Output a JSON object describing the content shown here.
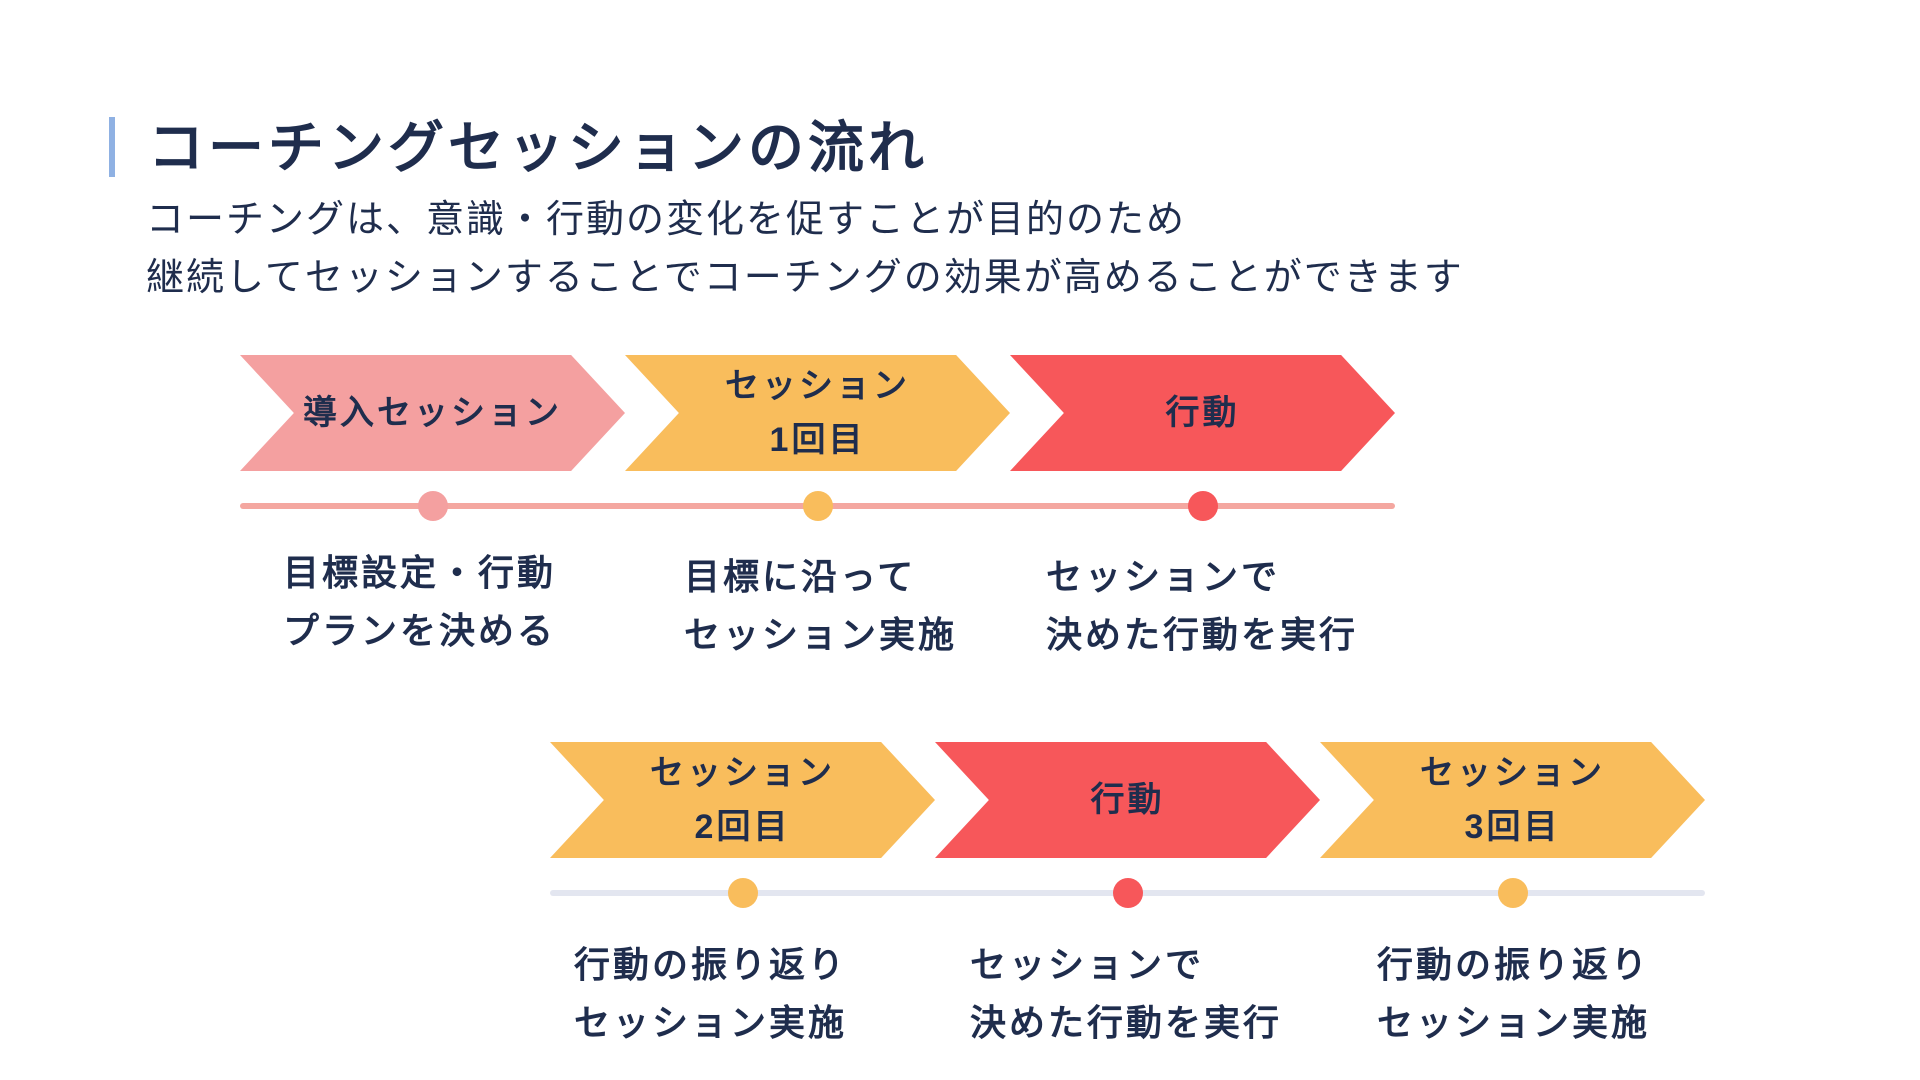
{
  "header": {
    "title": "コーチングセッションの流れ",
    "subtitle_line1": "コーチングは、意識・行動の変化を促すことが目的のため",
    "subtitle_line2": "継続してセッションすることでコーチングの効果が高めることができます"
  },
  "colors": {
    "pink": "#f4a0a0",
    "yellow": "#f9bd5c",
    "red": "#f7575a",
    "line_row1": "#f4a7a0",
    "line_row2": "#e3e6f0",
    "text": "#1f2d4d",
    "accent": "#8fb1e3"
  },
  "row1": {
    "steps": [
      {
        "label": "導入セッション",
        "color": "pink",
        "description": "目標設定・行動\nプランを決める"
      },
      {
        "label": "セッション\n1回目",
        "color": "yellow",
        "description": "目標に沿って\nセッション実施"
      },
      {
        "label": "行動",
        "color": "red",
        "description": "セッションで\n決めた行動を実行"
      }
    ]
  },
  "row2": {
    "steps": [
      {
        "label": "セッション\n2回目",
        "color": "yellow",
        "description": "行動の振り返り\nセッション実施"
      },
      {
        "label": "行動",
        "color": "red",
        "description": "セッションで\n決めた行動を実行"
      },
      {
        "label": "セッション\n3回目",
        "color": "yellow",
        "description": "行動の振り返り\nセッション実施"
      }
    ]
  }
}
